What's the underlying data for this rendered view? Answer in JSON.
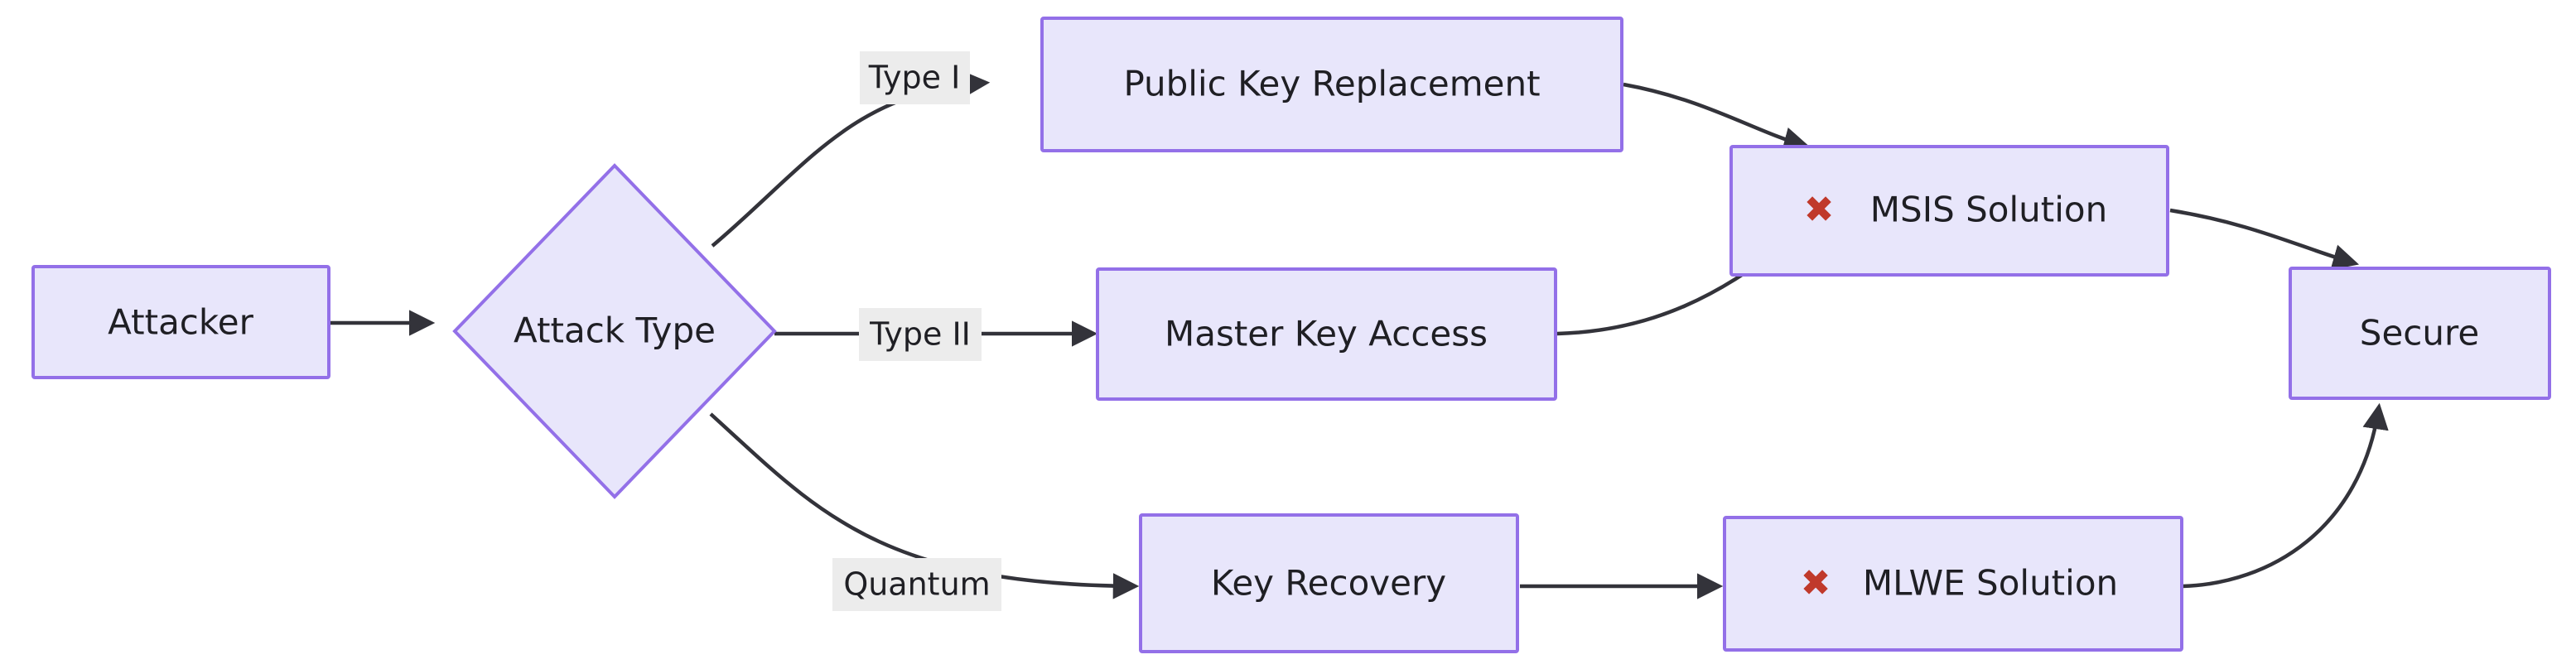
{
  "diagram": {
    "type": "flowchart",
    "direction": "left-to-right",
    "background_color": "#ffffff",
    "node_fill_color": "#e8e6fb",
    "node_border_color": "#9370e8",
    "edge_color": "#33333a",
    "edge_label_bg_color": "#ececec",
    "text_color": "#1f1f24",
    "marker_color": "#c0392b",
    "nodes": [
      {
        "id": "attacker",
        "label": "Attacker",
        "shape": "rect",
        "icon": ""
      },
      {
        "id": "attacktype",
        "label": "Attack Type",
        "shape": "diamond",
        "icon": ""
      },
      {
        "id": "pubkey",
        "label": "Public Key Replacement",
        "shape": "rect",
        "icon": ""
      },
      {
        "id": "masterkey",
        "label": "Master Key Access",
        "shape": "rect",
        "icon": ""
      },
      {
        "id": "keyrec",
        "label": "Key Recovery",
        "shape": "rect",
        "icon": ""
      },
      {
        "id": "msis",
        "label": "MSIS Solution",
        "shape": "rect",
        "icon": "cross-mark-icon",
        "icon_glyph": "✖"
      },
      {
        "id": "mlwe",
        "label": "MLWE Solution",
        "shape": "rect",
        "icon": "cross-mark-icon",
        "icon_glyph": "✖"
      },
      {
        "id": "secure",
        "label": "Secure",
        "shape": "rect",
        "icon": ""
      }
    ],
    "edges": [
      {
        "from": "attacker",
        "to": "attacktype",
        "label": ""
      },
      {
        "from": "attacktype",
        "to": "pubkey",
        "label": "Type I"
      },
      {
        "from": "attacktype",
        "to": "masterkey",
        "label": "Type II"
      },
      {
        "from": "attacktype",
        "to": "keyrec",
        "label": "Quantum"
      },
      {
        "from": "pubkey",
        "to": "msis",
        "label": ""
      },
      {
        "from": "masterkey",
        "to": "msis",
        "label": ""
      },
      {
        "from": "keyrec",
        "to": "mlwe",
        "label": ""
      },
      {
        "from": "msis",
        "to": "secure",
        "label": ""
      },
      {
        "from": "mlwe",
        "to": "secure",
        "label": ""
      }
    ]
  }
}
